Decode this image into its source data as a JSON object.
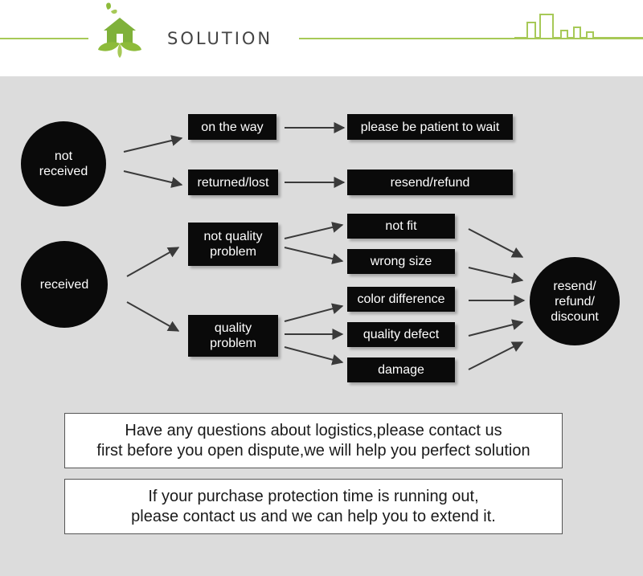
{
  "header": {
    "title": "SOLUTION",
    "accent_color": "#a7c957",
    "logo_icon": "house-leaf-icon",
    "skyline_icon": "city-skyline-icon"
  },
  "diagram": {
    "nodes": {
      "not_received": "not\nreceived",
      "received": "received",
      "on_the_way": "on the way",
      "returned_lost": "returned/lost",
      "be_patient": "please be patient to wait",
      "resend_refund": "resend/refund",
      "not_quality_problem": "not quality\nproblem",
      "quality_problem": "quality\nproblem",
      "not_fit": "not fit",
      "wrong_size": "wrong size",
      "color_difference": "color difference",
      "quality_defect": "quality defect",
      "damage": "damage",
      "resend_refund_discount": "resend/\nrefund/\ndiscount"
    }
  },
  "notices": {
    "logistics": "Have any questions about logistics,please contact us\nfirst before you open dispute,we will help you perfect solution",
    "protection": "If your purchase protection time is running out,\nplease contact us and we can help you to extend it."
  }
}
